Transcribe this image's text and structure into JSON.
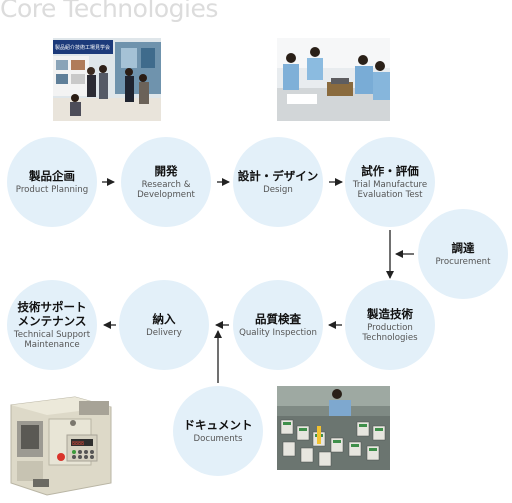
{
  "header": {
    "title": "Core Technologies"
  },
  "photos": {
    "exhibition_booth_sign": "製品紹介技術工場見学会"
  },
  "nodes": {
    "product_planning": {
      "jp": "製品企画",
      "en": "Product Planning"
    },
    "development": {
      "jp": "開発",
      "en": "Research &\nDevelopment"
    },
    "design": {
      "jp": "設計・デザイン",
      "en": "Design"
    },
    "trial": {
      "jp": "試作・評価",
      "en": "Trial Manufacture\nEvaluation Test"
    },
    "procurement": {
      "jp": "調達",
      "en": "Procurement"
    },
    "production": {
      "jp": "製造技術",
      "en": "Production\nTechnologies"
    },
    "quality": {
      "jp": "品質検査",
      "en": "Quality Inspection"
    },
    "delivery": {
      "jp": "納入",
      "en": "Delivery"
    },
    "support": {
      "jp": "技術サポート\nメンテナンス",
      "en": "Technical Support\nMaintenance"
    },
    "documents": {
      "jp": "ドキュメント",
      "en": "Documents"
    }
  },
  "colors": {
    "circle_fill": "#e3f0f9",
    "arrow": "#222222",
    "title": "#dcdcdc"
  },
  "machine_display": {
    "digits": "8888"
  }
}
